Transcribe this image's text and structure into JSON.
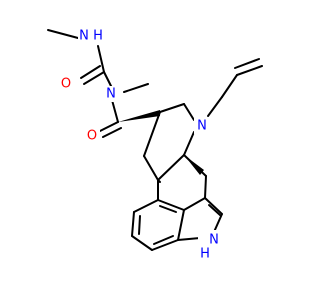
{
  "atoms": {
    "n_methylamino": "N",
    "h_methylamino": "H",
    "o_urea": "O",
    "n_urea": "N",
    "o_amide": "O",
    "n_ring": "N",
    "n_indole": "N",
    "h_indole": "H"
  },
  "colors": {
    "nitrogen": "#0000ff",
    "oxygen": "#ff0000",
    "carbon": "#000000"
  }
}
